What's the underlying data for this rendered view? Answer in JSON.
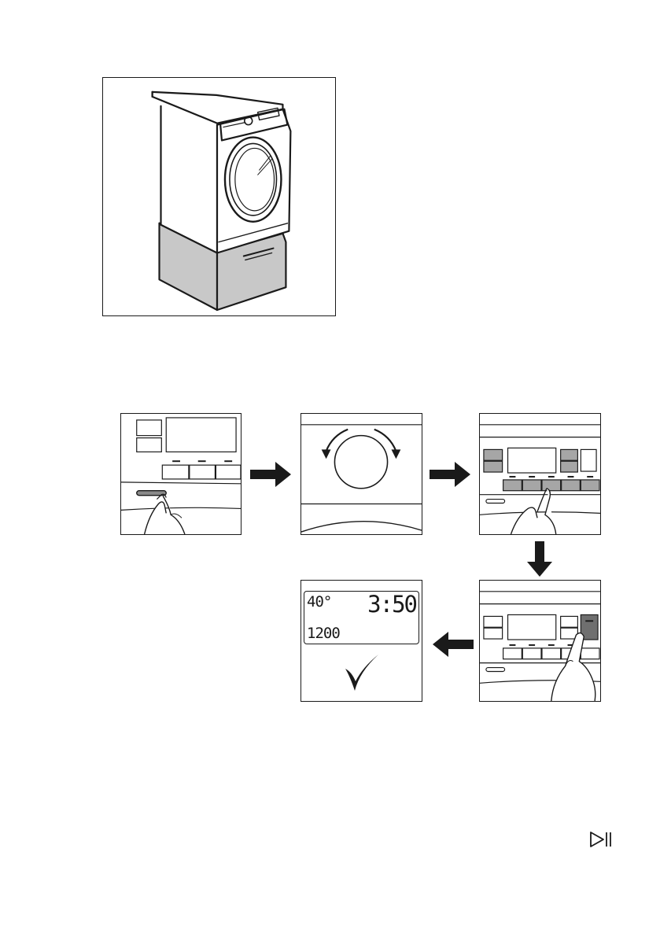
{
  "display": {
    "temperature": "40°",
    "time": "3:50",
    "spin": "1200"
  },
  "icons": {
    "confirm": "checkmark-icon",
    "start_pause": "start-pause-icon"
  },
  "colors": {
    "line": "#1a1a1a",
    "pedestal_fill": "#c8c8c8",
    "button_fill": "#a6a6a6",
    "button_dark": "#6f6f6f"
  }
}
